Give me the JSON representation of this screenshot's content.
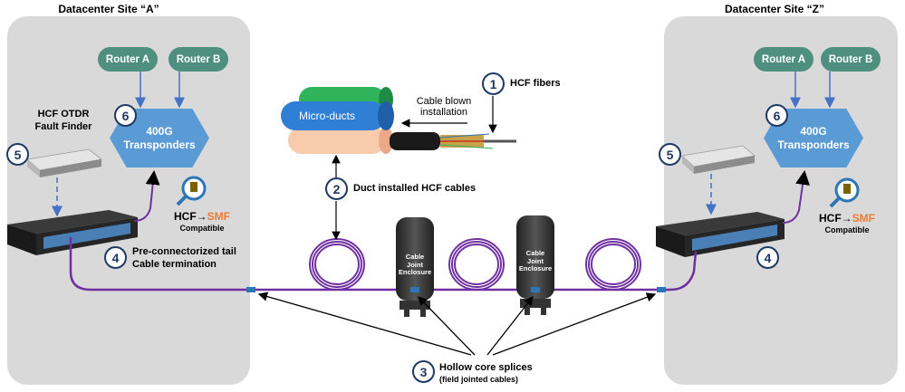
{
  "site_a": {
    "title": "Datacenter Site “A”",
    "router_a": "Router A",
    "router_b": "Router B",
    "transponder_line1": "400G",
    "transponder_line2": "Transponders",
    "otdr_line1": "HCF OTDR",
    "otdr_line2": "Fault Finder",
    "hcf": "HCF",
    "arrow": "→",
    "smf": "SMF",
    "compatible": "Compatible",
    "tail_line1": "Pre-connectorized tail",
    "tail_line2": "Cable termination"
  },
  "site_z": {
    "title": "Datacenter Site “Z”",
    "router_a": "Router A",
    "router_b": "Router B",
    "transponder_line1": "400G",
    "transponder_line2": "Transponders",
    "hcf": "HCF",
    "arrow": "→",
    "smf": "SMF",
    "compatible": "Compatible"
  },
  "markers": {
    "one": "1",
    "two": "2",
    "three": "3",
    "four": "4",
    "five": "5",
    "six": "6"
  },
  "labels": {
    "hcf_fibers": "HCF fibers",
    "cable_blown_line1": "Cable blown",
    "cable_blown_line2": "installation",
    "micro_ducts": "Micro-ducts",
    "duct_installed": "Duct installed HCF cables",
    "splices_line1": "Hollow core splices",
    "splices_line2": "(field jointed cables)",
    "enclosure_line1": "Cable",
    "enclosure_line2": "Joint",
    "enclosure_line3": "Enclosure"
  },
  "colors": {
    "site_bg": "#d9d9d9",
    "router": "#4e8f7f",
    "transponder": "#5b9bd5",
    "fiber": "#7030a0",
    "marker_border": "#1f3864",
    "smf": "#ed7d31",
    "duct_green": "#2fb35b",
    "duct_blue": "#2f7fd6",
    "duct_pink": "#f8cbad"
  },
  "icons": [
    "otdr-device-icon",
    "patch-panel-icon",
    "magnifier-connector-icon",
    "cable-joint-enclosure-icon",
    "fiber-coil-icon",
    "cable-cross-section-icon"
  ]
}
